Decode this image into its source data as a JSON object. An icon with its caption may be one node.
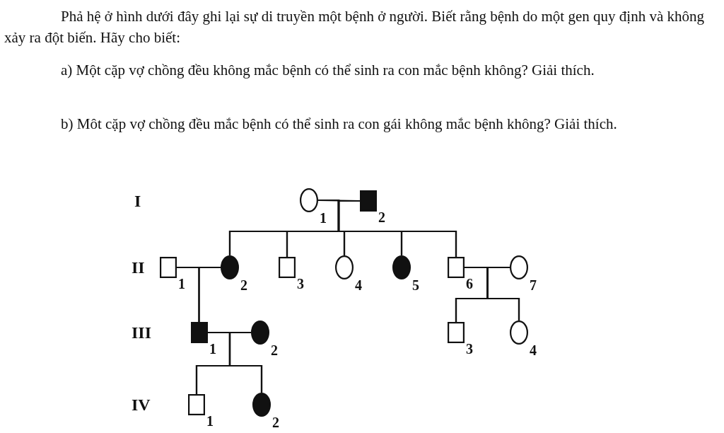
{
  "diagram": {
    "nodes": [
      {
        "text": [],
        "shape": "circle",
        "beside": [
          "1"
        ]
      },
      {
        "text": [],
        "shape": "box",
        "beside": [
          "2"
        ]
      },
      {
        "text": [],
        "shape": "box",
        "beside": [
          "1"
        ]
      },
      {
        "text": [],
        "shape": "circle",
        "beside": [
          "2"
        ]
      },
      {
        "text": [],
        "shape": "box",
        "beside": [
          "3"
        ]
      },
      {
        "text": [],
        "shape": "circle",
        "beside": [
          "4"
        ]
      },
      {
        "text": [],
        "shape": "circle",
        "beside": [
          "5"
        ]
      },
      {
        "text": [],
        "shape": "box",
        "beside": [
          "6"
        ]
      },
      {
        "text": [],
        "shape": "circle",
        "beside": [
          "7"
        ]
      },
      {
        "text": [],
        "shape": "box",
        "beside": [
          "1"
        ]
      },
      {
        "text": [],
        "shape": "circle",
        "beside": [
          "2"
        ]
      },
      {
        "text": [],
        "shape": "box",
        "beside": [
          "3"
        ]
      },
      {
        "text": [],
        "shape": "circle",
        "beside": [
          "4"
        ]
      },
      {
        "text": [],
        "shape": "box",
        "beside": [
          "1"
        ]
      },
      {
        "text": [],
        "shape": "circle",
        "beside": [
          "2"
        ]
      }
    ],
    "edges": [
      {
        "from": 0,
        "to": 1,
        "arrow": "none"
      },
      {
        "from": 0,
        "to": 3,
        "arrow": "none"
      },
      {
        "from": 1,
        "to": 3,
        "arrow": "none"
      },
      {
        "from": 0,
        "to": 4,
        "arrow": "none"
      },
      {
        "from": 1,
        "to": 4,
        "arrow": "none"
      },
      {
        "from": 0,
        "to": 5,
        "arrow": "none"
      },
      {
        "from": 1,
        "to": 5,
        "arrow": "none"
      },
      {
        "from": 0,
        "to": 6,
        "arrow": "none"
      },
      {
        "from": 1,
        "to": 6,
        "arrow": "none"
      },
      {
        "from": 0,
        "to": 7,
        "arrow": "none"
      },
      {
        "from": 1,
        "to": 7,
        "arrow": "none"
      },
      {
        "from": 2,
        "to": 3,
        "arrow": "none"
      },
      {
        "from": 2,
        "to": 9,
        "arrow": "none"
      },
      {
        "from": 3,
        "to": 9,
        "arrow": "none"
      },
      {
        "from": 7,
        "to": 8,
        "arrow": "none"
      },
      {
        "from": 7,
        "to": 11,
        "arrow": "none"
      },
      {
        "from": 8,
        "to": 11,
        "arrow": "none"
      },
      {
        "from": 7,
        "to": 12,
        "arrow": "none"
      },
      {
        "from": 8,
        "to": 12,
        "arrow": "none"
      },
      {
        "from": 9,
        "to": 10,
        "arrow": "none"
      },
      {
        "from": 9,
        "to": 13,
        "arrow": "none"
      },
      {
        "from": 10,
        "to": 13,
        "arrow": "none"
      },
      {
        "from": 9,
        "to": 14,
        "arrow": "none"
      },
      {
        "from": 10,
        "to": 14,
        "arrow": "none"
      }
    ],
    "labels": [
      "Phả hệ ở hình dưới đây ghi lại sự di truyền một bệnh ở người. Biết rằng bệnh do một gen quy định và không xảy ra đột biến. Hãy cho biết:",
      "a) Một cặp vợ chồng đều không mắc bệnh có thể sinh ra con mắc bệnh không? Giải thích.",
      "b) Môt cặp vợ chồng đều mắc bệnh có thể sinh ra con gái không mắc bệnh không? Giải thích.",
      "I",
      "II",
      "III",
      "IV"
    ]
  }
}
